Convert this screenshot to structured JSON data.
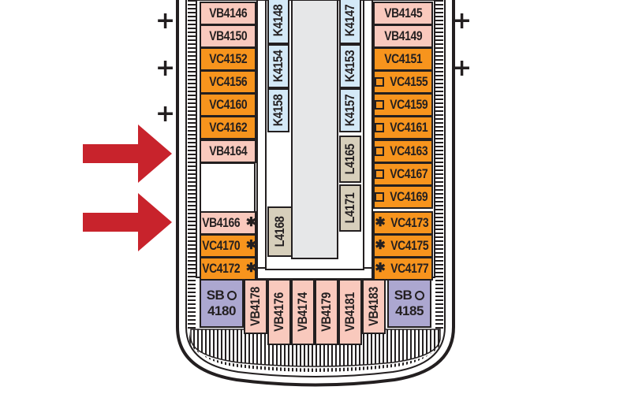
{
  "cabins": {
    "left": [
      {
        "id": "VB4146",
        "cls": "pink"
      },
      {
        "id": "VB4150",
        "cls": "pink"
      },
      {
        "id": "VC4152",
        "cls": "orange"
      },
      {
        "id": "VC4156",
        "cls": "orange"
      },
      {
        "id": "VC4160",
        "cls": "orange"
      },
      {
        "id": "VC4162",
        "cls": "orange"
      },
      {
        "id": "VB4164",
        "cls": "pink"
      },
      {
        "id": "VB4166",
        "cls": "pink"
      },
      {
        "id": "VC4170",
        "cls": "orange"
      },
      {
        "id": "VC4172",
        "cls": "orange"
      }
    ],
    "right": [
      {
        "id": "VB4145",
        "cls": "pink"
      },
      {
        "id": "VB4149",
        "cls": "pink"
      },
      {
        "id": "VC4151",
        "cls": "orange"
      },
      {
        "id": "VC4155",
        "cls": "orange"
      },
      {
        "id": "VC4159",
        "cls": "orange"
      },
      {
        "id": "VC4161",
        "cls": "orange"
      },
      {
        "id": "VC4163",
        "cls": "orange"
      },
      {
        "id": "VC4167",
        "cls": "orange"
      },
      {
        "id": "VC4169",
        "cls": "orange"
      },
      {
        "id": "VC4173",
        "cls": "orange"
      },
      {
        "id": "VC4175",
        "cls": "orange"
      },
      {
        "id": "VC4177",
        "cls": "orange"
      }
    ],
    "inner_left": [
      "K4148",
      "K4154",
      "K4158"
    ],
    "inner_right": [
      "K4147",
      "K4153",
      "K4157"
    ],
    "lanai": [
      "L4165",
      "L4171",
      "L4168"
    ],
    "aft": [
      "VB4178",
      "VB4176",
      "VB4174",
      "VB4179",
      "VB4181",
      "VB4183"
    ],
    "suites": [
      {
        "prefix": "SB",
        "number": "4180"
      },
      {
        "prefix": "SB",
        "number": "4185"
      }
    ]
  },
  "symbols": {
    "accessible": "✱",
    "plus": "+"
  },
  "colors": {
    "balcony": "#f9c9bd",
    "verandah": "#f7941d",
    "inside": "#d4e9f7",
    "lanai": "#d7cfbb",
    "suite": "#aca7d0",
    "arrow": "#c8232c",
    "outline": "#231f20"
  }
}
